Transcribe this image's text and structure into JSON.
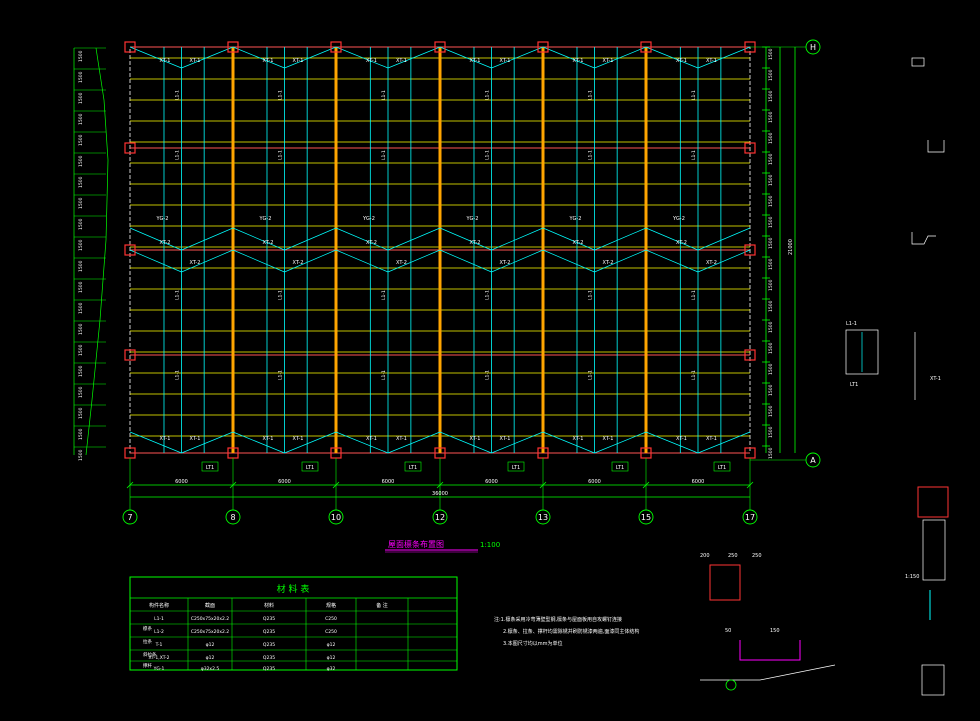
{
  "colors": {
    "background": "#000000",
    "purlin": "#ffff00",
    "truss": "#00ffff",
    "column": "#ff3333",
    "dimension": "#00ff00",
    "frame": "#ffa500",
    "note": "#ffffff",
    "title": "#ff00ff",
    "brace": "#ff5555"
  },
  "axes": {
    "bottom": [
      "7",
      "8",
      "10",
      "12",
      "13",
      "15",
      "17"
    ],
    "right": [
      "H",
      "A"
    ]
  },
  "dimensions": {
    "spans": [
      "6000",
      "6000",
      "6000",
      "6000",
      "6000",
      "6000"
    ],
    "total": "36000",
    "right_total": "21000"
  },
  "plan": {
    "title": "屋面檩条布置图",
    "scale": "1:100",
    "purlin_label": "L1-1",
    "brace_labels": [
      "XT-1",
      "XT-2",
      "YG-2"
    ],
    "tie_label": "LT1"
  },
  "material_table": {
    "title": "材 料 表",
    "headers": [
      "构件名称",
      "截面",
      "材料",
      "规格",
      "备 注"
    ],
    "rows": [
      [
        "L1-1",
        "C250x75x20x2.2",
        "Q235",
        "C250",
        ""
      ],
      [
        "L1-2",
        "C250x75x20x2.2",
        "Q235",
        "C250",
        ""
      ],
      [
        "T-1",
        "φ12",
        "Q235",
        "φ12",
        ""
      ],
      [
        "XT-1,XT-2",
        "φ12",
        "Q235",
        "φ12",
        ""
      ],
      [
        "YG-1",
        "φ32x2.5",
        "Q235",
        "φ32",
        ""
      ]
    ],
    "group_labels": [
      "檩条",
      "拉条",
      "斜拉条",
      "撑杆"
    ]
  },
  "notes": [
    "注:1.檩条采用冷弯薄壁型钢,檩条与屋面板用自攻螺钉连接",
    "2.檩条、拉条、撑杆均需除锈并刷防锈漆两遍,面漆同主体结构",
    "3.本图尺寸均以mm为单位"
  ],
  "details": {
    "dims_a": [
      "200",
      "250",
      "250"
    ],
    "dims_b": [
      "50",
      "150"
    ],
    "labels": [
      "L1-1",
      "LT1",
      "XT-1",
      "1:150"
    ]
  }
}
